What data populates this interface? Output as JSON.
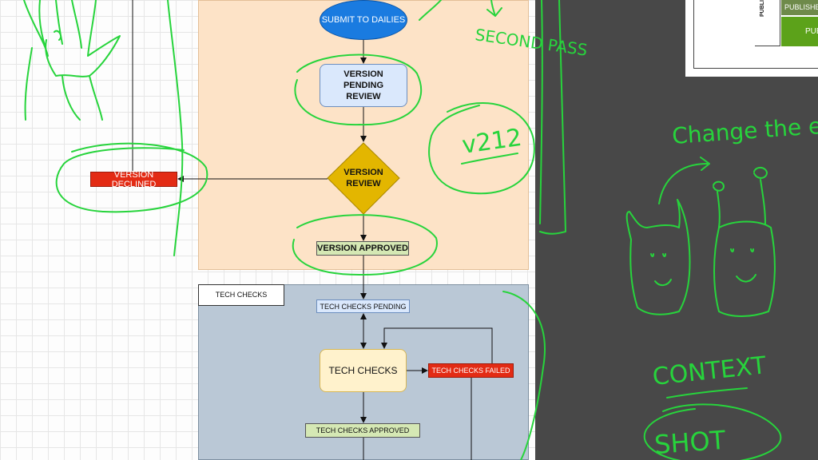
{
  "diagram": {
    "nodes": {
      "submit": "SUBMIT TO DAILIES",
      "pending_review": "VERSION PENDING REVIEW",
      "version_review": "VERSION REVIEW",
      "declined": "VERSION DECLINED",
      "approved": "VERSION APPROVED",
      "tech_checks_pending": "TECH CHECKS PENDING",
      "tech_checks": "TECH CHECKS",
      "tech_checks_failed": "TECH CHECKS FAILED",
      "tech_checks_approved": "TECH CHECKS APPROVED"
    },
    "swimlanes": {
      "tech_checks_label": "TECH CHECKS"
    }
  },
  "side_panel": {
    "vertical_label": "PUBLI",
    "publish_top": "PUBLISHE",
    "publish_bottom": "PUB"
  },
  "annotations": {
    "second_pass": "SECOND PASS",
    "version": "v212",
    "change_note": "Change the ears",
    "context": "CONTEXT",
    "shot": "SHOT"
  },
  "colors": {
    "ink": "#27d43c",
    "orange_lane": "#fde3c7",
    "blue_lane": "#bac8d6",
    "canvas_dark": "#484848"
  }
}
